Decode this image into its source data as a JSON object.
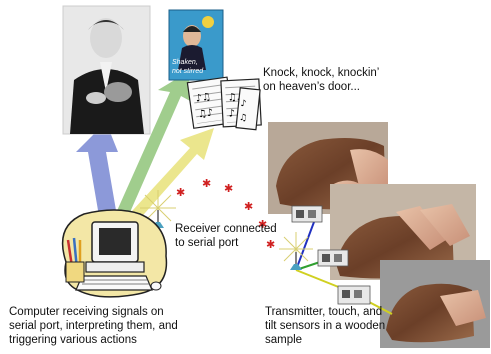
{
  "captions": {
    "knock_song": "Knock, knock, knockin’\non heaven’s door...",
    "receiver": "Receiver connected\nto serial port",
    "computer": "Computer receiving signals on\nserial port, interpreting them, and\ntriggering various actions",
    "transmitter": "Transmitter, touch, and\ntilt sensors in a wooden\nsample"
  },
  "poster_text": "Shaken,\nnot stirred",
  "colors": {
    "arrow_blue": "#6f7fd0",
    "arrow_green": "#88c070",
    "arrow_yellow": "#e6e070",
    "signal_stars": "#d02020",
    "sensor_line_blue": "#2030c0",
    "sensor_line_green": "#30a030",
    "sensor_line_yellow": "#d0d020",
    "blob": "#f3e7a6"
  }
}
